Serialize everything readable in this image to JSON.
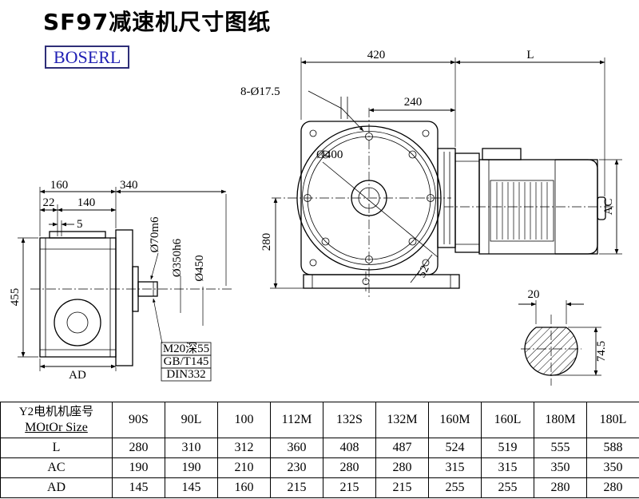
{
  "title": "SF97减速机尺寸图纸",
  "logo": "BOSERL",
  "dims": {
    "d420": "420",
    "dL": "L",
    "bolt": "8-Ø17.5",
    "d240": "240",
    "d400": "Ø400",
    "d280": "280",
    "d52": "52",
    "dAC": "AC",
    "d160": "160",
    "d340": "340",
    "d22": "22",
    "d140": "140",
    "d5": "5",
    "d455": "455",
    "dAD": "AD",
    "d70": "Ø70m6",
    "d350": "Ø350h6",
    "d450": "Ø450",
    "note1": "M20深55",
    "note2": "GB/T145",
    "note3": "DIN332",
    "d20": "20",
    "d745": "74.5"
  },
  "table": {
    "row_header_line1": "Y2电机机座号",
    "row_header_line2": "MOtOr Size",
    "sizes": [
      "90S",
      "90L",
      "100",
      "112M",
      "132S",
      "132M",
      "160M",
      "160L",
      "180M",
      "180L"
    ],
    "rows": [
      {
        "label": "L",
        "values": [
          "280",
          "310",
          "312",
          "360",
          "408",
          "487",
          "524",
          "519",
          "555",
          "588"
        ]
      },
      {
        "label": "AC",
        "values": [
          "190",
          "190",
          "210",
          "230",
          "280",
          "280",
          "315",
          "315",
          "350",
          "350"
        ]
      },
      {
        "label": "AD",
        "values": [
          "145",
          "145",
          "160",
          "215",
          "215",
          "215",
          "255",
          "255",
          "280",
          "280"
        ]
      }
    ]
  },
  "colors": {
    "line": "#000000",
    "logo_text": "#1f1fb4",
    "logo_border": "#2e2e78"
  }
}
